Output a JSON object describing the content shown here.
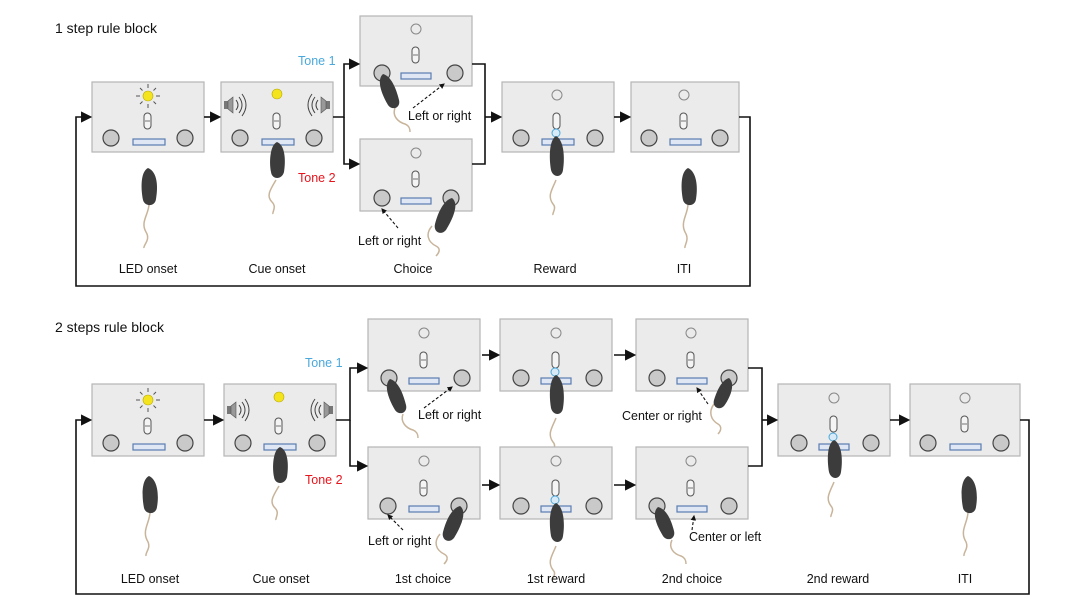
{
  "colors": {
    "tone1": "#4aa8dc",
    "tone2": "#e8141c",
    "box_fill": "#ebebeb",
    "box_stroke": "#b5b5b5",
    "led_on": "#f3e41e",
    "tray": "#5a7bb0",
    "mouse": "#3c3c3c",
    "tail": "#c8b49a",
    "arrow": "#111111"
  },
  "block1": {
    "title": "1 step rule block",
    "tone1": "Tone 1",
    "tone2": "Tone 2",
    "ann_top": "Left or right",
    "ann_bottom": "Left or right",
    "stages": [
      "LED onset",
      "Cue onset",
      "Choice",
      "Reward",
      "ITI"
    ]
  },
  "block2": {
    "title": "2 steps rule block",
    "tone1": "Tone 1",
    "tone2": "Tone 2",
    "ann_top1": "Left or right",
    "ann_top2": "Center or right",
    "ann_bottom1": "Left or right",
    "ann_bottom2": "Center or left",
    "stages": [
      "LED onset",
      "Cue onset",
      "1st choice",
      "1st reward",
      "2nd choice",
      "2nd reward",
      "ITI"
    ]
  }
}
